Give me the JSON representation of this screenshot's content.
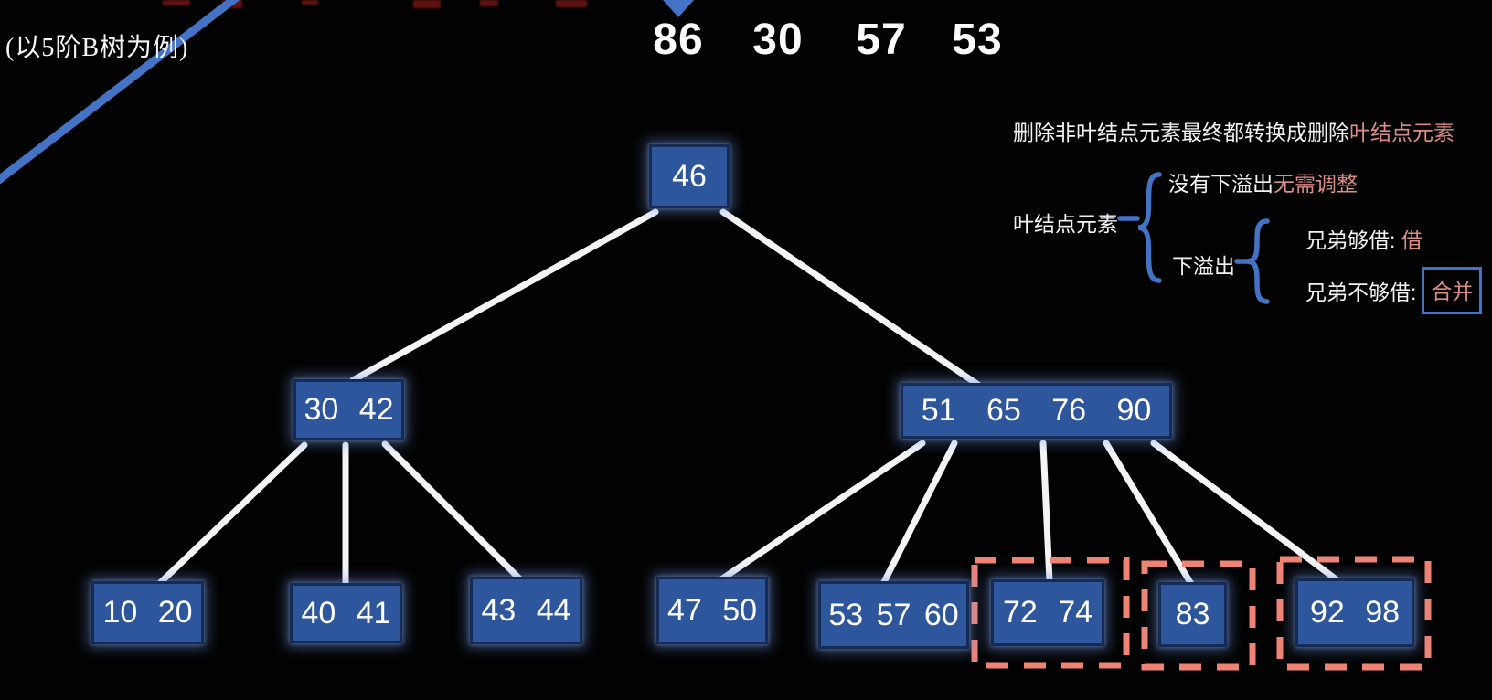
{
  "meta": {
    "order_note": "(以5阶B树为例)"
  },
  "delete_sequence": [
    "86",
    "30",
    "57",
    "53"
  ],
  "tree": {
    "type": "b-tree",
    "order": 5,
    "root": {
      "label": "46"
    },
    "internal": [
      {
        "label": "30 42"
      },
      {
        "label": "51 65 76 90"
      }
    ],
    "leaves": [
      {
        "label": "10 20",
        "highlighted": false
      },
      {
        "label": "40 41",
        "highlighted": false
      },
      {
        "label": "43 44",
        "highlighted": false
      },
      {
        "label": "47 50",
        "highlighted": false
      },
      {
        "label": "53 57 60",
        "highlighted": false
      },
      {
        "label": "72 74",
        "highlighted": true
      },
      {
        "label": "83",
        "highlighted": true
      },
      {
        "label": "92 98",
        "highlighted": true
      }
    ]
  },
  "annotation": {
    "headline_white": "删除非叶结点元素最终都转换成删除",
    "headline_red": "叶结点元素",
    "root_label": "叶结点元素",
    "case1_white": "没有下溢出",
    "case1_red": "无需调整",
    "case2_label": "下溢出",
    "case2a_white": "兄弟够借:",
    "case2a_red": "借",
    "case2b_white": "兄弟不够借:",
    "case2b_red": "合并"
  },
  "icons": {
    "pointer": "down-arrow",
    "branch": "curly-brace",
    "highlight": "dashed-rectangle"
  },
  "colors": {
    "background": "#020202",
    "node_fill": "#2d569c",
    "node_border": "#152b56",
    "edge_white": "#f4f4f4",
    "accent_blue": "#4472c4",
    "highlight_coral": "#ef8474",
    "salmon_text": "#d98e86",
    "cropped_red": "#7a1712"
  }
}
